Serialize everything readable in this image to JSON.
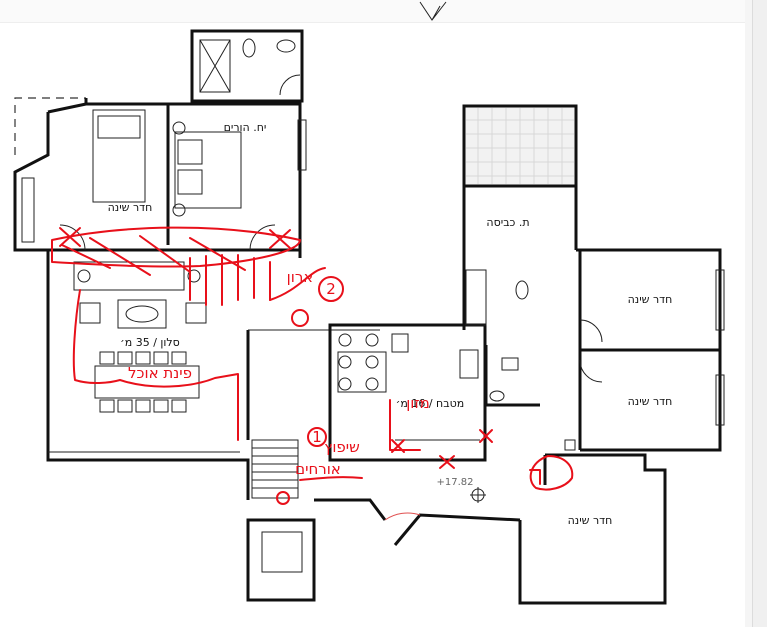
{
  "rooms": {
    "master_bedroom": "יח. הורים",
    "bedroom_left": "חדר שינה",
    "laundry": "ת. כביסה",
    "bedroom_right_1": "חדר שינה",
    "bedroom_right_2": "חדר שינה",
    "bedroom_bottom": "חדר שינה",
    "living_room": "סלון / 35 מ׳",
    "kitchen": "מטבח / 16 מ׳"
  },
  "elevation": "+17.82",
  "annotations": {
    "marker_1": "1",
    "marker_2": "2",
    "note_left": "פינת אוכל",
    "note_kitchen": "מזון",
    "note_entry_1": "שיפוץ",
    "note_entry_2": "אורחים",
    "note_closet": "ארון"
  },
  "colors": {
    "annotation": "#e8101a",
    "wall": "#111111",
    "tile": "#d8d8d8"
  }
}
